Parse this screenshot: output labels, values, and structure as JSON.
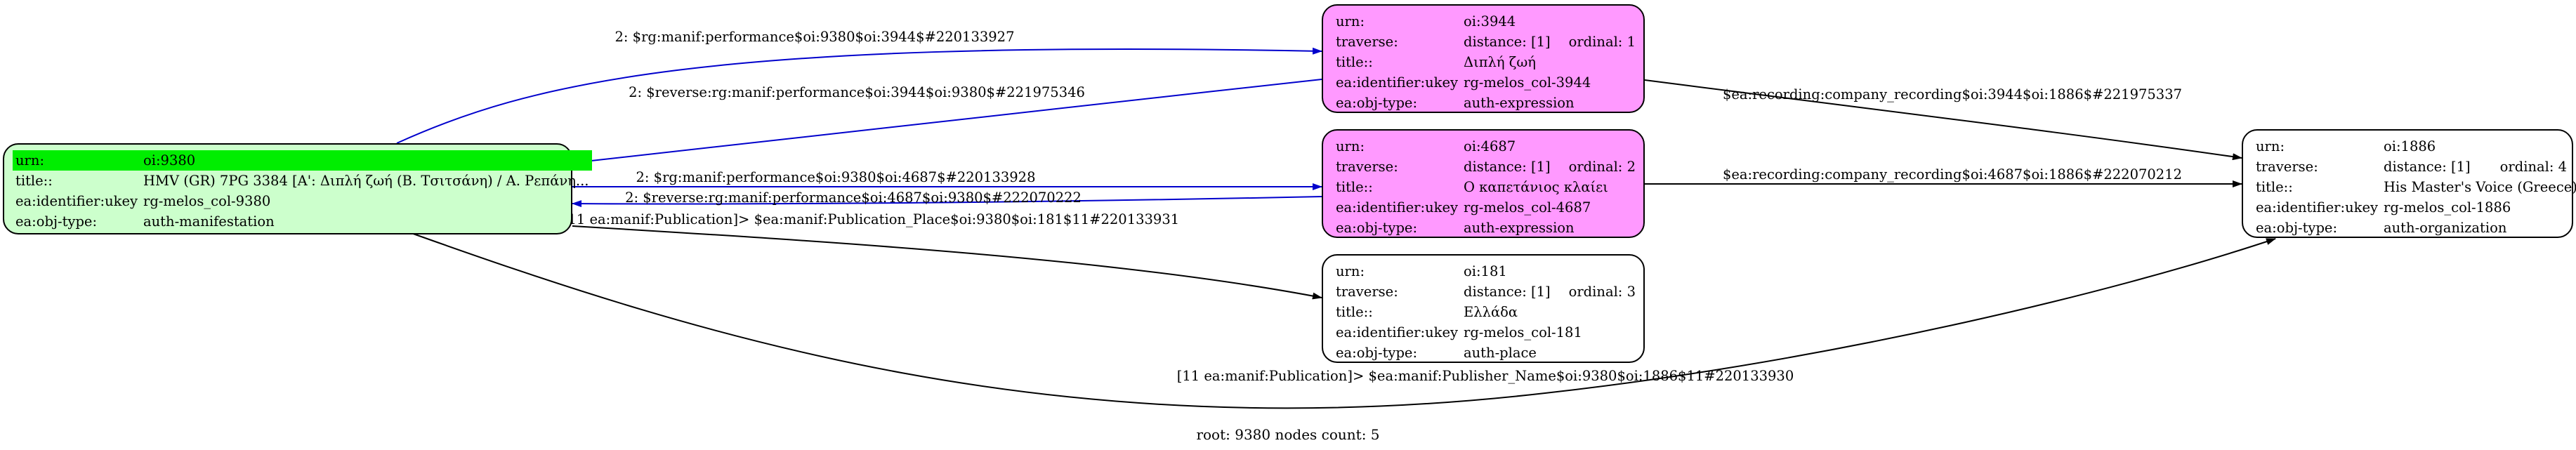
{
  "colors": {
    "root_fill": "#ccffcc",
    "root_header": "#00ee00",
    "expression_fill": "#ff99ff",
    "plain_fill": "#ffffff",
    "forward_edge": "#0000cc",
    "other_edge": "#000000"
  },
  "nodes": {
    "root": {
      "rows": [
        {
          "k": "urn:",
          "v": "oi:9380"
        },
        {
          "k": "title::",
          "v": "HMV (GR) 7PG 3384 [Α': Διπλή ζωή (Β. Τσιτσάνη) / Α. Ρεπάνη..."
        },
        {
          "k": "ea:identifier:ukey",
          "v": "rg-melos_col-9380"
        },
        {
          "k": "ea:obj-type:",
          "v": "auth-manifestation"
        }
      ]
    },
    "n3944": {
      "rows": [
        {
          "k": "urn:",
          "v": "oi:3944"
        },
        {
          "k": "traverse:",
          "v": "distance: [1]",
          "v2": "ordinal: 1"
        },
        {
          "k": "title::",
          "v": "Διπλή ζωή"
        },
        {
          "k": "ea:identifier:ukey",
          "v": "rg-melos_col-3944"
        },
        {
          "k": "ea:obj-type:",
          "v": "auth-expression"
        }
      ]
    },
    "n4687": {
      "rows": [
        {
          "k": "urn:",
          "v": "oi:4687"
        },
        {
          "k": "traverse:",
          "v": "distance: [1]",
          "v2": "ordinal: 2"
        },
        {
          "k": "title::",
          "v": "Ο καπετάνιος κλαίει"
        },
        {
          "k": "ea:identifier:ukey",
          "v": "rg-melos_col-4687"
        },
        {
          "k": "ea:obj-type:",
          "v": "auth-expression"
        }
      ]
    },
    "n181": {
      "rows": [
        {
          "k": "urn:",
          "v": "oi:181"
        },
        {
          "k": "traverse:",
          "v": "distance: [1]",
          "v2": "ordinal: 3"
        },
        {
          "k": "title::",
          "v": "Ελλάδα"
        },
        {
          "k": "ea:identifier:ukey",
          "v": "rg-melos_col-181"
        },
        {
          "k": "ea:obj-type:",
          "v": "auth-place"
        }
      ]
    },
    "n1886": {
      "rows": [
        {
          "k": "urn:",
          "v": "oi:1886"
        },
        {
          "k": "traverse:",
          "v": "distance: [1]",
          "v2": "ordinal: 4"
        },
        {
          "k": "title::",
          "v": "His Master's Voice (Greece)"
        },
        {
          "k": "ea:identifier:ukey",
          "v": "rg-melos_col-1886"
        },
        {
          "k": "ea:obj-type:",
          "v": "auth-organization"
        }
      ]
    }
  },
  "edges": {
    "e1": "2: $rg:manif:performance$oi:9380$oi:3944$#220133927",
    "e2": "2: $reverse:rg:manif:performance$oi:3944$oi:9380$#221975346",
    "e3": "2: $rg:manif:performance$oi:9380$oi:4687$#220133928",
    "e4": "2: $reverse:rg:manif:performance$oi:4687$oi:9380$#222070222",
    "e5": "[11 ea:manif:Publication]> $ea:manif:Publication_Place$oi:9380$oi:181$11#220133931",
    "e6": "[11 ea:manif:Publication]> $ea:manif:Publisher_Name$oi:9380$oi:1886$11#220133930",
    "e7": "$ea:recording:company_recording$oi:3944$oi:1886$#221975337",
    "e8": "$ea:recording:company_recording$oi:4687$oi:1886$#222070212"
  },
  "footer": "root: 9380 nodes count: 5"
}
